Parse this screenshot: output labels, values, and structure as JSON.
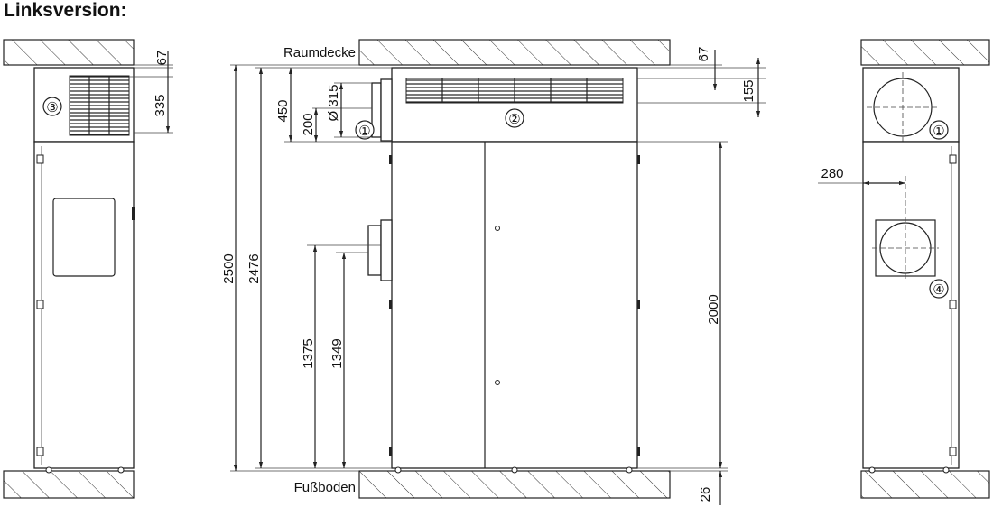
{
  "title": "Linksversion:",
  "labels": {
    "ceiling": "Raumdecke",
    "floor": "Fußboden"
  },
  "callouts": {
    "c1": "①",
    "c2": "②",
    "c3": "③",
    "c4": "④"
  },
  "dimensions": {
    "d67_left": "67",
    "d335": "335",
    "d450": "450",
    "d200": "200",
    "d315": "Ø 315",
    "d2500": "2500",
    "d2476": "2476",
    "d1375": "1375",
    "d1349": "1349",
    "d67_mid": "67",
    "d155": "155",
    "d2000": "2000",
    "d26": "26",
    "d280": "280"
  }
}
